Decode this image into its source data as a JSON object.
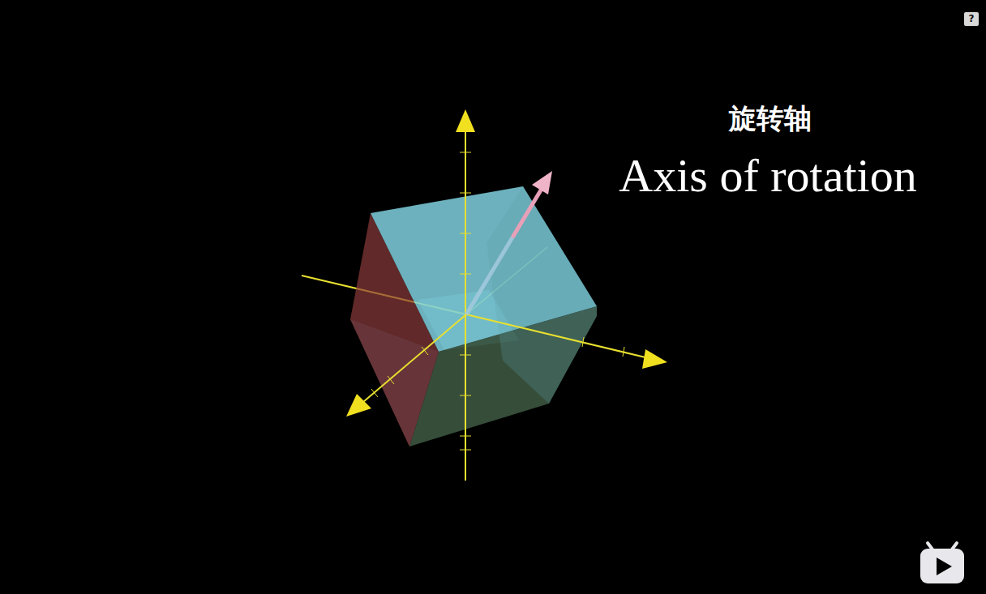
{
  "diagram": {
    "labels": [
      "旋转轴",
      "Axis of rotation",
      "?"
    ]
  }
}
